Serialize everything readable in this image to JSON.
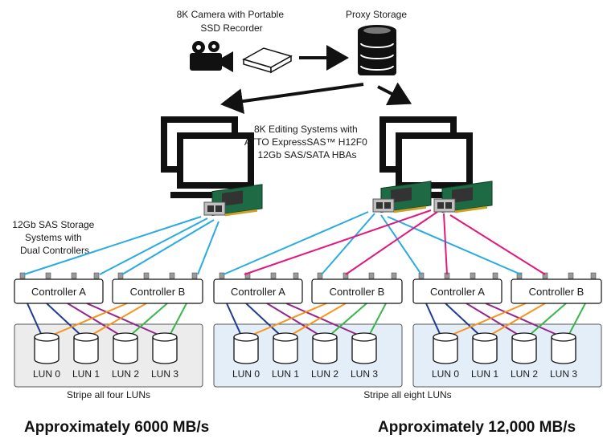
{
  "labels": {
    "camera": [
      "8K Camera with Portable",
      "SSD Recorder"
    ],
    "proxy": "Proxy Storage",
    "editing": [
      "8K Editing Systems with",
      "ATTO ExpressSAS™ H12F0",
      "12Gb SAS/SATA HBAs"
    ],
    "storage": [
      "12Gb SAS Storage",
      "Systems with",
      "Dual Controllers"
    ],
    "stripe_four": "Stripe all four LUNs",
    "stripe_eight": "Stripe all eight LUNs",
    "perf_left": "Approximately 6000 MB/s",
    "perf_right": "Approximately 12,000 MB/s"
  },
  "storage_systems": [
    {
      "controllers": [
        "Controller A",
        "Controller B"
      ],
      "luns": [
        "LUN 0",
        "LUN 1",
        "LUN 2",
        "LUN 3"
      ]
    },
    {
      "controllers": [
        "Controller A",
        "Controller B"
      ],
      "luns": [
        "LUN 0",
        "LUN 1",
        "LUN 2",
        "LUN 3"
      ]
    },
    {
      "controllers": [
        "Controller A",
        "Controller B"
      ],
      "luns": [
        "LUN 0",
        "LUN 1",
        "LUN 2",
        "LUN 3"
      ]
    }
  ],
  "colors": {
    "hba_a_link": "#29abe2",
    "hba_b_link": "#e0197d",
    "lun_link_navy": "#1f3a93",
    "lun_link_purple": "#92278f",
    "lun_link_orange": "#f7941d",
    "lun_link_green": "#39b54a",
    "storage_bg_left": "#ececec",
    "storage_bg_right": "#e3eef8"
  }
}
